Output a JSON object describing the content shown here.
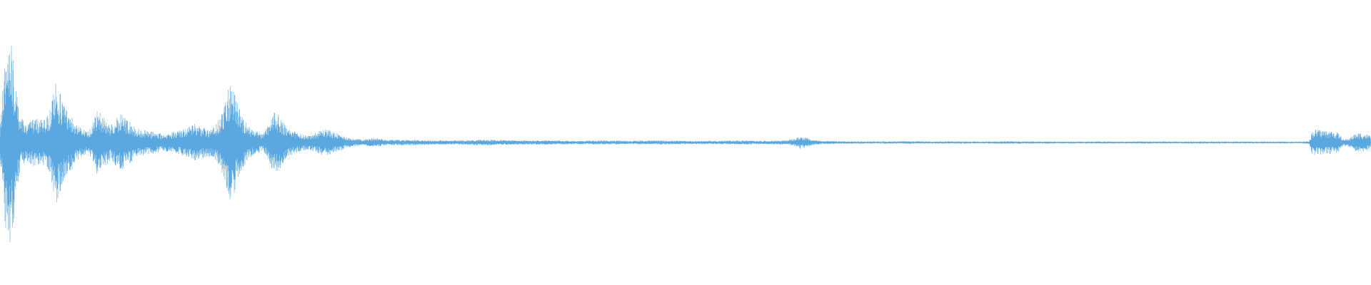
{
  "waveform": {
    "color": "#5BA8E0",
    "background": "#FFFFFF",
    "envelope": [
      [
        0.0,
        0.1
      ],
      [
        0.002,
        0.4
      ],
      [
        0.004,
        0.6
      ],
      [
        0.006,
        0.75
      ],
      [
        0.008,
        0.72
      ],
      [
        0.01,
        0.55
      ],
      [
        0.012,
        0.35
      ],
      [
        0.015,
        0.18
      ],
      [
        0.02,
        0.14
      ],
      [
        0.025,
        0.17
      ],
      [
        0.03,
        0.16
      ],
      [
        0.035,
        0.19
      ],
      [
        0.038,
        0.3
      ],
      [
        0.041,
        0.43
      ],
      [
        0.044,
        0.35
      ],
      [
        0.048,
        0.24
      ],
      [
        0.052,
        0.2
      ],
      [
        0.056,
        0.13
      ],
      [
        0.06,
        0.1
      ],
      [
        0.064,
        0.08
      ],
      [
        0.067,
        0.12
      ],
      [
        0.071,
        0.23
      ],
      [
        0.075,
        0.19
      ],
      [
        0.08,
        0.13
      ],
      [
        0.085,
        0.17
      ],
      [
        0.089,
        0.21
      ],
      [
        0.093,
        0.16
      ],
      [
        0.1,
        0.1
      ],
      [
        0.11,
        0.08
      ],
      [
        0.12,
        0.06
      ],
      [
        0.128,
        0.08
      ],
      [
        0.135,
        0.1
      ],
      [
        0.142,
        0.13
      ],
      [
        0.148,
        0.11
      ],
      [
        0.155,
        0.1
      ],
      [
        0.16,
        0.16
      ],
      [
        0.164,
        0.27
      ],
      [
        0.168,
        0.44
      ],
      [
        0.172,
        0.32
      ],
      [
        0.176,
        0.22
      ],
      [
        0.18,
        0.13
      ],
      [
        0.186,
        0.08
      ],
      [
        0.192,
        0.06
      ],
      [
        0.196,
        0.13
      ],
      [
        0.2,
        0.22
      ],
      [
        0.204,
        0.19
      ],
      [
        0.208,
        0.12
      ],
      [
        0.214,
        0.08
      ],
      [
        0.22,
        0.06
      ],
      [
        0.226,
        0.05
      ],
      [
        0.232,
        0.08
      ],
      [
        0.238,
        0.1
      ],
      [
        0.244,
        0.07
      ],
      [
        0.25,
        0.05
      ],
      [
        0.256,
        0.03
      ],
      [
        0.262,
        0.025
      ],
      [
        0.268,
        0.025
      ],
      [
        0.272,
        0.035
      ],
      [
        0.276,
        0.03
      ],
      [
        0.282,
        0.02
      ],
      [
        0.29,
        0.02
      ],
      [
        0.3,
        0.02
      ],
      [
        0.31,
        0.017
      ],
      [
        0.32,
        0.015
      ],
      [
        0.33,
        0.015
      ],
      [
        0.34,
        0.017
      ],
      [
        0.35,
        0.02
      ],
      [
        0.36,
        0.02
      ],
      [
        0.38,
        0.015
      ],
      [
        0.4,
        0.015
      ],
      [
        0.42,
        0.012
      ],
      [
        0.44,
        0.015
      ],
      [
        0.46,
        0.012
      ],
      [
        0.48,
        0.015
      ],
      [
        0.5,
        0.012
      ],
      [
        0.52,
        0.012
      ],
      [
        0.54,
        0.015
      ],
      [
        0.56,
        0.012
      ],
      [
        0.575,
        0.017
      ],
      [
        0.58,
        0.03
      ],
      [
        0.584,
        0.045
      ],
      [
        0.588,
        0.035
      ],
      [
        0.592,
        0.02
      ],
      [
        0.6,
        0.012
      ],
      [
        0.62,
        0.008
      ],
      [
        0.64,
        0.008
      ],
      [
        0.66,
        0.009
      ],
      [
        0.68,
        0.008
      ],
      [
        0.7,
        0.008
      ],
      [
        0.72,
        0.008
      ],
      [
        0.74,
        0.009
      ],
      [
        0.76,
        0.008
      ],
      [
        0.78,
        0.007
      ],
      [
        0.8,
        0.008
      ],
      [
        0.82,
        0.007
      ],
      [
        0.84,
        0.008
      ],
      [
        0.86,
        0.007
      ],
      [
        0.88,
        0.008
      ],
      [
        0.9,
        0.007
      ],
      [
        0.92,
        0.007
      ],
      [
        0.94,
        0.007
      ],
      [
        0.95,
        0.006
      ],
      [
        0.955,
        0.012
      ],
      [
        0.957,
        0.08
      ],
      [
        0.96,
        0.095
      ],
      [
        0.964,
        0.09
      ],
      [
        0.968,
        0.085
      ],
      [
        0.972,
        0.08
      ],
      [
        0.976,
        0.07
      ],
      [
        0.98,
        0.02
      ],
      [
        0.984,
        0.03
      ],
      [
        0.988,
        0.06
      ],
      [
        0.992,
        0.07
      ],
      [
        0.996,
        0.06
      ],
      [
        1.0,
        0.05
      ]
    ]
  }
}
